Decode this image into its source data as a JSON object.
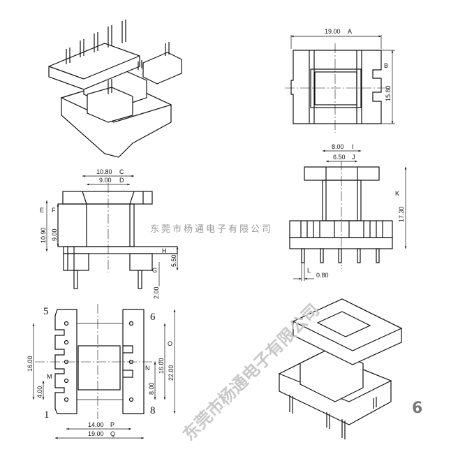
{
  "watermark": {
    "text": "东莞市杨通电子有限公司",
    "color": "#9a9a9a"
  },
  "page_number": "6",
  "top_view": {
    "width": "19.00",
    "width_ref": "A",
    "height": "15.80",
    "height_ref": "B"
  },
  "front_view": {
    "c": "10.80",
    "c_ref": "C",
    "d": "9.00",
    "d_ref": "D",
    "e": "10.90",
    "e_ref": "E",
    "f": "9.00",
    "f_ref": "F",
    "h": "5.50",
    "h_ref": "H",
    "g": "2.00",
    "g_ref": "G"
  },
  "side_view": {
    "i": "8.00",
    "i_ref": "I",
    "j": "6.50",
    "j_ref": "J",
    "k": "17.30",
    "k_ref": "K",
    "l": "0.80",
    "l_ref": "L"
  },
  "bottom_view": {
    "pin_5": "5",
    "pin_1": "1",
    "pin_6": "6",
    "pin_8": "8",
    "left_span": "16.00",
    "pitch": "4.00",
    "pitch_ref": "M",
    "n": "8.00",
    "n_ref": "N",
    "right_span": "16.00",
    "o": "22.00",
    "o_ref": "O",
    "p": "14.00",
    "p_ref": "P",
    "q": "19.00",
    "q_ref": "Q"
  }
}
